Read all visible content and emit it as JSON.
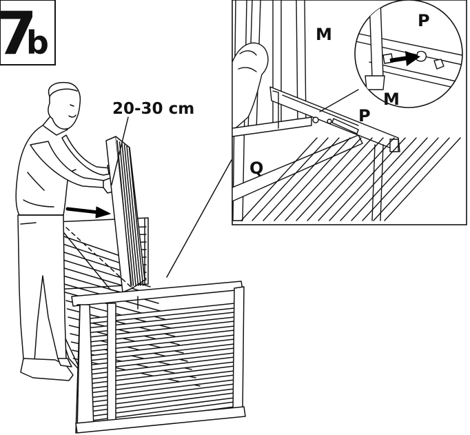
{
  "step": {
    "number": "7",
    "sub": "b"
  },
  "measurement": "20-30 cm",
  "parts": {
    "m_detail": "M",
    "p_detail": "P",
    "m_mid": "M",
    "p_mid": "P",
    "q": "Q"
  },
  "colors": {
    "ink": "#111111",
    "paper": "#ffffff",
    "arrow": "#000000"
  }
}
